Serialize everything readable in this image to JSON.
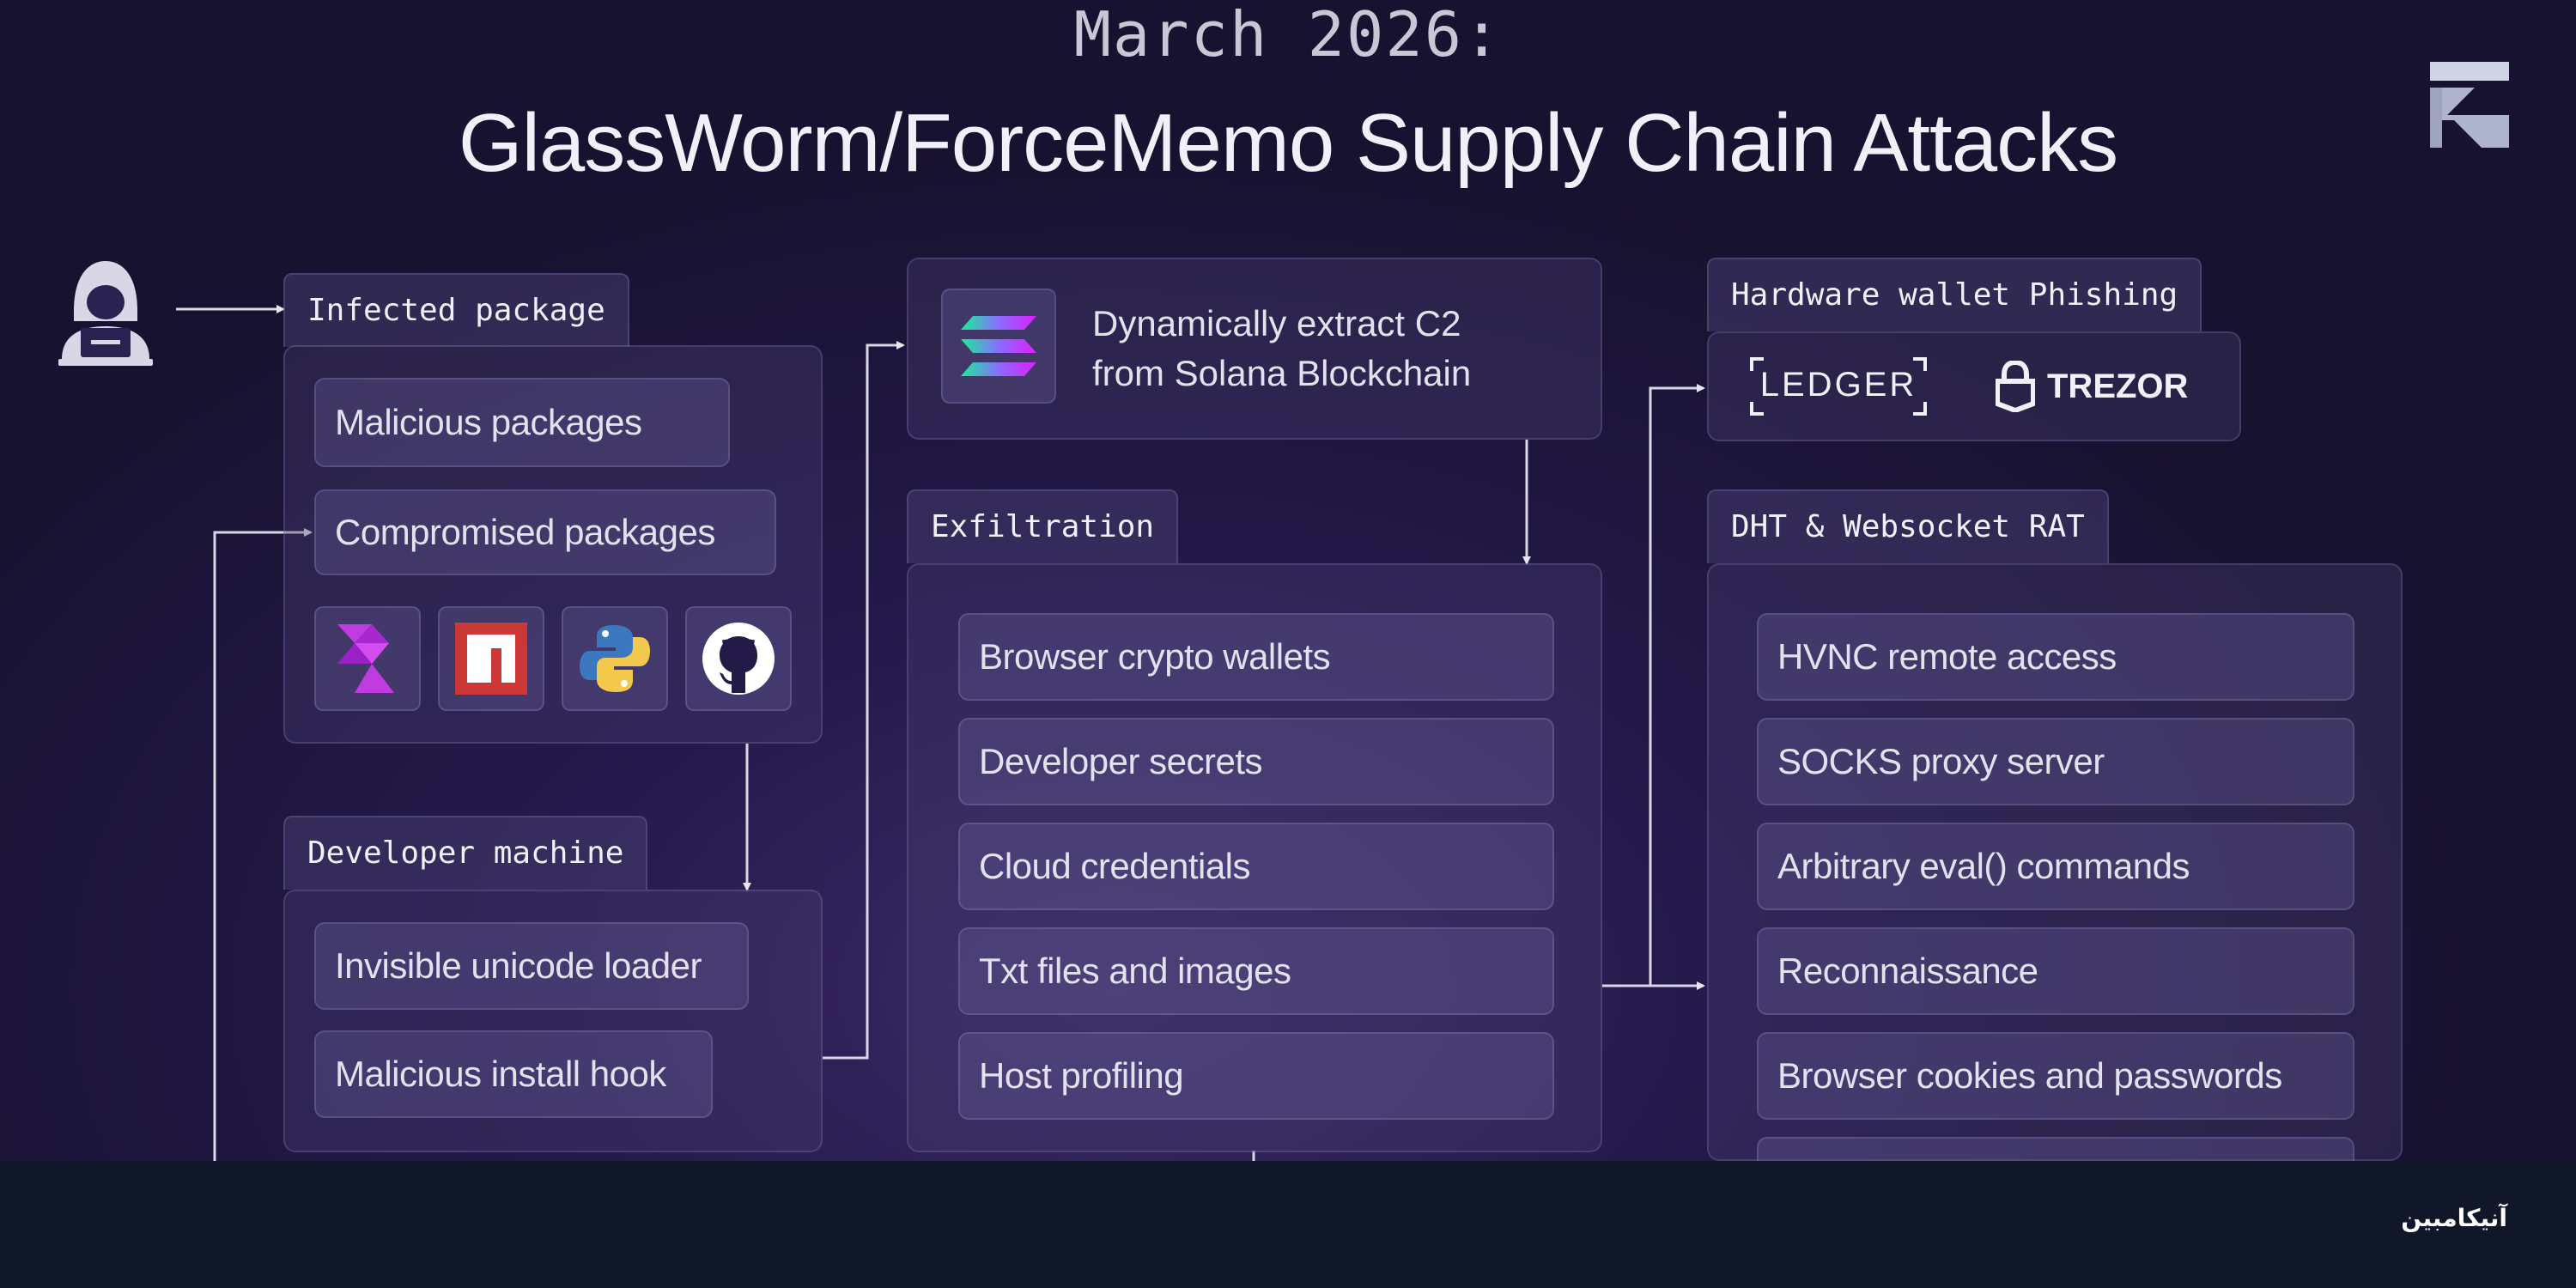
{
  "header": {
    "date": "March 2026:",
    "title": "GlassWorm/ForceMemo Supply Chain Attacks"
  },
  "infected": {
    "tab": "Infected package",
    "items": [
      "Malicious packages",
      "Compromised packages"
    ],
    "icons": [
      "vsx-icon",
      "npm-icon",
      "python-icon",
      "github-icon"
    ]
  },
  "developer": {
    "tab": "Developer machine",
    "items": [
      "Invisible unicode loader",
      "Malicious install hook"
    ]
  },
  "c2": {
    "line1": "Dynamically extract C2",
    "line2": "from Solana Blockchain"
  },
  "exfiltration": {
    "tab": "Exfiltration",
    "items": [
      "Browser crypto wallets",
      "Developer secrets",
      "Cloud credentials",
      "Txt files and images",
      "Host profiling"
    ]
  },
  "hardware": {
    "tab": "Hardware wallet Phishing",
    "ledger": "LEDGER",
    "trezor": "TREZOR"
  },
  "rat": {
    "tab": "DHT & Websocket RAT",
    "items": [
      "HVNC remote access",
      "SOCKS proxy server",
      "Arbitrary eval() commands",
      "Reconnaissance",
      "Browser cookies and passwords"
    ]
  },
  "footer": {
    "brand": "آنیکامبین"
  },
  "colors": {
    "background": "#24194a",
    "footer": "#0f1729",
    "npm_red": "#cb3837",
    "solana_start": "#14f195",
    "solana_end": "#9945ff"
  }
}
